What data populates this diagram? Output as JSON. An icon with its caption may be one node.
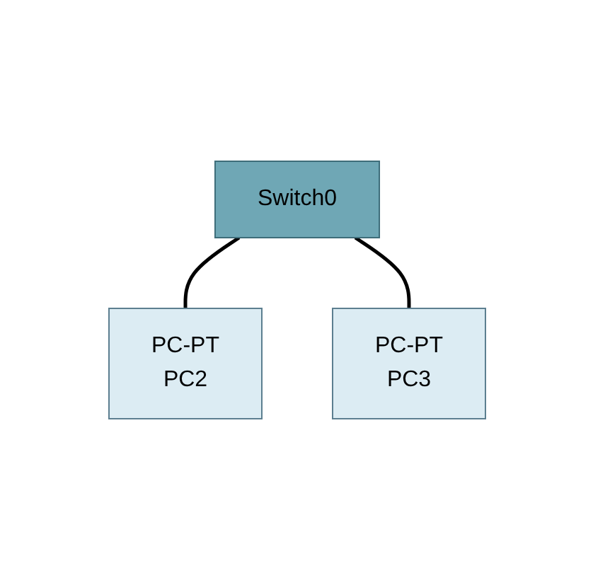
{
  "diagram": {
    "nodes": [
      {
        "text": [
          "Switch0"
        ]
      },
      {
        "text": [
          "PC-PT",
          "PC2"
        ]
      },
      {
        "text": [
          "PC-PT",
          "PC3"
        ]
      }
    ],
    "edges": [
      {
        "from": 0,
        "to": 1,
        "arrow": "none"
      },
      {
        "from": 0,
        "to": 2,
        "arrow": "none"
      }
    ]
  }
}
